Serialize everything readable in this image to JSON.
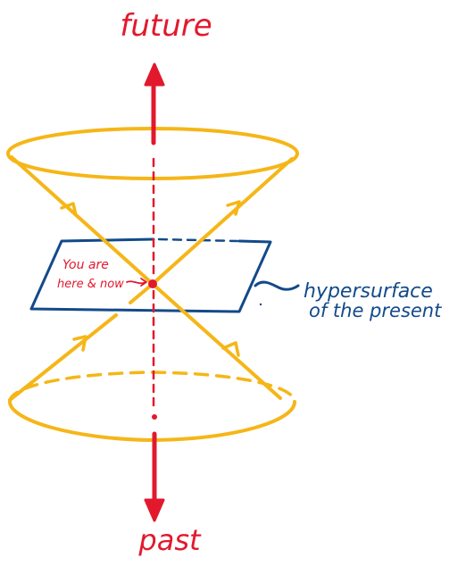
{
  "labels": {
    "future": "future",
    "past": "past",
    "you_are_line1": "You are",
    "you_are_line2": "here & now",
    "hypersurface_line1": "hypersurface",
    "hypersurface_line2": "of the present"
  },
  "colors": {
    "red": "#e2192c",
    "gold": "#f5b617",
    "blue": "#124a8a",
    "background": "#ffffff"
  }
}
